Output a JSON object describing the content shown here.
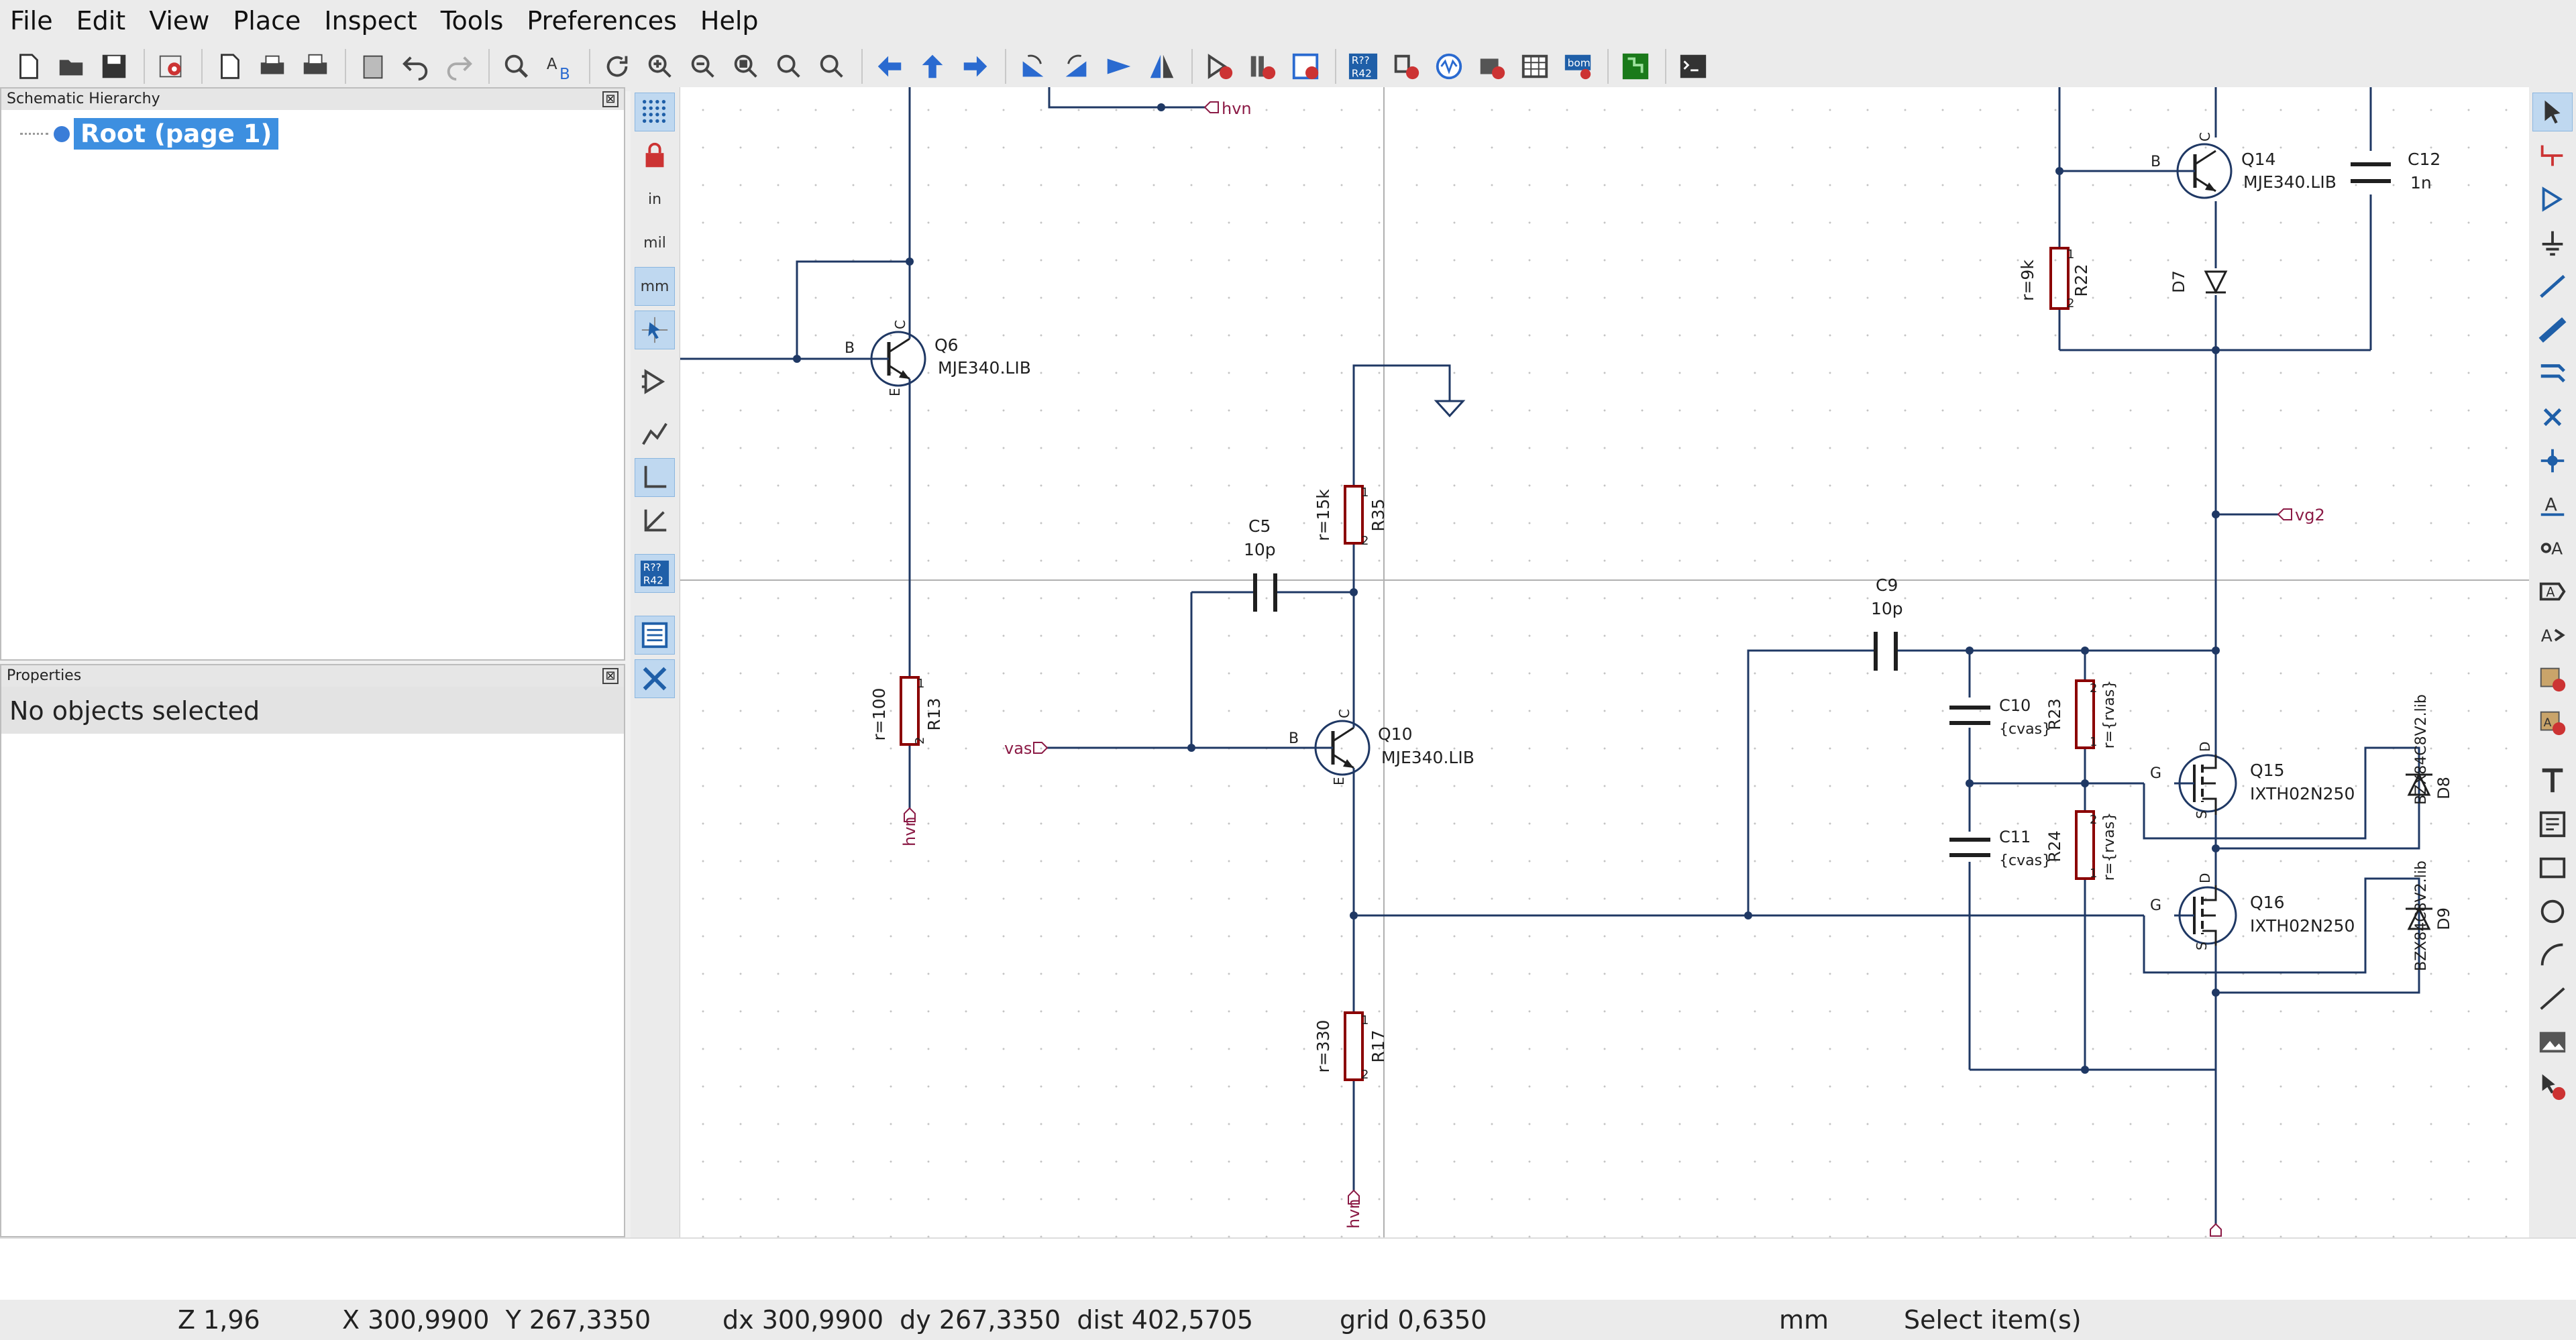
{
  "menu": [
    "File",
    "Edit",
    "View",
    "Place",
    "Inspect",
    "Tools",
    "Preferences",
    "Help"
  ],
  "hierarchy": {
    "title": "Schematic Hierarchy",
    "close": "⊠",
    "root": "Root (page 1)"
  },
  "properties": {
    "title": "Properties",
    "close": "⊠",
    "empty": "No objects selected"
  },
  "left_tools": {
    "in": "in",
    "mil": "mil",
    "mm": "mm",
    "annotate_top": "R??",
    "annotate_bottom": "R42"
  },
  "toolbar": {
    "annotate_top": "R??",
    "annotate_bottom": "R42",
    "bom": "bom"
  },
  "status": {
    "zoom": "Z 1,96",
    "cursor": "X 300,9900  Y 267,3350",
    "delta": "dx 300,9900  dy 267,3350  dist 402,5705",
    "grid": "grid 0,6350",
    "units": "mm",
    "mode": "Select item(s)"
  },
  "schematic": {
    "Q6": {
      "ref": "Q6",
      "value": "MJE340.LIB"
    },
    "Q10": {
      "ref": "Q10",
      "value": "MJE340.LIB"
    },
    "Q14": {
      "ref": "Q14",
      "value": "MJE340.LIB"
    },
    "Q15": {
      "ref": "Q15",
      "value": "IXTH02N250"
    },
    "Q16": {
      "ref": "Q16",
      "value": "IXTH02N250"
    },
    "C5": {
      "ref": "C5",
      "value": "10p"
    },
    "C9": {
      "ref": "C9",
      "value": "10p"
    },
    "C10": {
      "ref": "C10",
      "value": "{cvas}"
    },
    "C11": {
      "ref": "C11",
      "value": "{cvas}"
    },
    "C12": {
      "ref": "C12",
      "value": "1n"
    },
    "R13": {
      "ref": "R13",
      "value": "r=100"
    },
    "R17": {
      "ref": "R17",
      "value": "r=330"
    },
    "R22": {
      "ref": "R22",
      "value": "r=9k"
    },
    "R23": {
      "ref": "R23",
      "value": "r={rvas}"
    },
    "R24": {
      "ref": "R24",
      "value": "r={rvas}"
    },
    "R35": {
      "ref": "R35",
      "value": "r=15k"
    },
    "D7": {
      "ref": "D7"
    },
    "D8": {
      "ref": "D8",
      "value": "BZX84C8V2.lib"
    },
    "D9": {
      "ref": "D9",
      "value": "BZX84C8V2.lib"
    },
    "labels": {
      "hvn": "hvn",
      "vas": "vas",
      "vg2": "vg2"
    },
    "pins": {
      "B": "B",
      "C": "C",
      "E": "E",
      "G": "G",
      "D": "D",
      "S": "S",
      "one": "1",
      "two": "2"
    },
    "colors": {
      "wire": "#1f3864",
      "component": "#8b0000",
      "text": "#1f1f1f",
      "label": "#8b1a45",
      "crosshair": "#b0b0b0"
    }
  }
}
